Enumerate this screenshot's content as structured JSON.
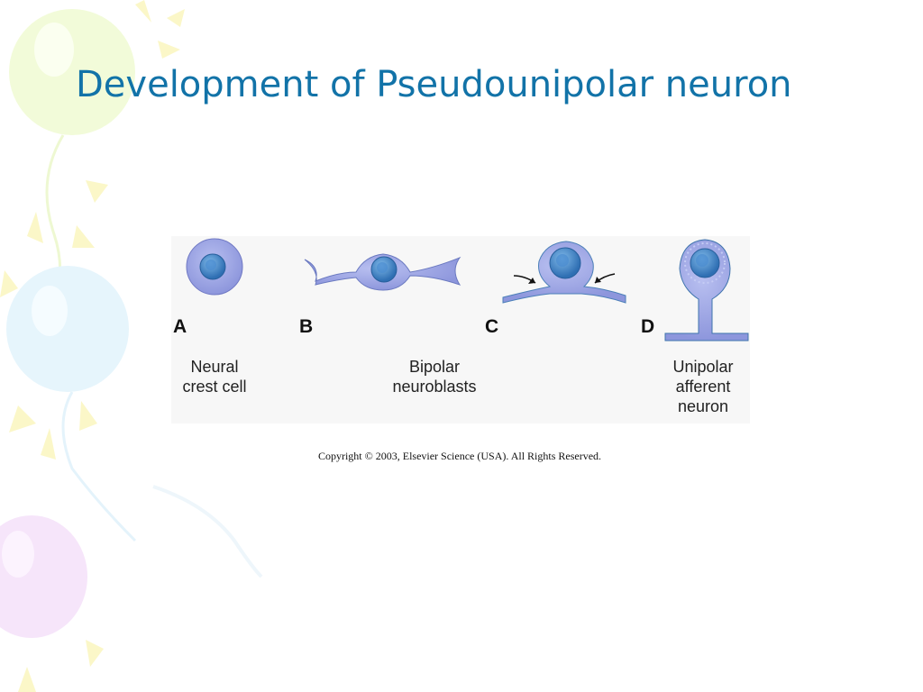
{
  "slide": {
    "title": "Development of Pseudounipolar neuron",
    "title_color": "#1273a8"
  },
  "figure": {
    "panels": [
      {
        "letter": "A",
        "caption_lines": [
          "Neural",
          "crest cell"
        ]
      },
      {
        "letter": "B",
        "caption_lines": [
          "Bipolar",
          "neuroblasts"
        ]
      },
      {
        "letter": "C",
        "caption_lines": []
      },
      {
        "letter": "D",
        "caption_lines": [
          "Unipolar",
          "afferent",
          "neuron"
        ]
      }
    ],
    "cell_color": "#9aa2e0",
    "nucleus_color": "#3a7cc0"
  },
  "copyright": "Copyright © 2003, Elsevier Science (USA). All Rights Reserved."
}
